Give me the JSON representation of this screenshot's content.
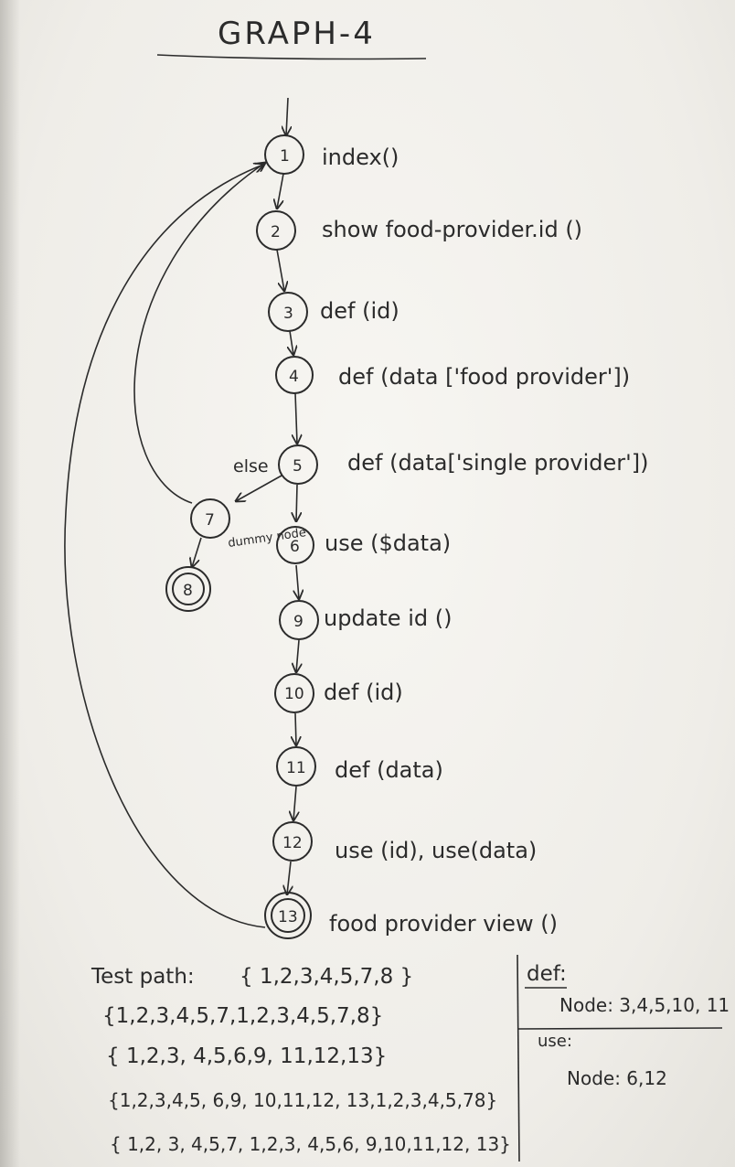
{
  "title": "GRAPH-4",
  "nodes": [
    {
      "id": "1",
      "label": "index()",
      "final": false
    },
    {
      "id": "2",
      "label": "show food-provider.id ()",
      "final": false
    },
    {
      "id": "3",
      "label": "def (id)",
      "final": false
    },
    {
      "id": "4",
      "label": "def (data ['food provider'])",
      "final": false
    },
    {
      "id": "5",
      "label": "def (data['single provider'])",
      "final": false
    },
    {
      "id": "7",
      "label": "",
      "final": false
    },
    {
      "id": "8",
      "label": "",
      "final": true
    },
    {
      "id": "6",
      "label": "use ($data)",
      "final": false
    },
    {
      "id": "9",
      "label": "update id ()",
      "final": false
    },
    {
      "id": "10",
      "label": "def (id)",
      "final": false
    },
    {
      "id": "11",
      "label": "def (data)",
      "final": false
    },
    {
      "id": "12",
      "label": "use (id), use(data)",
      "final": false
    },
    {
      "id": "13",
      "label": "food provider view ()",
      "final": true
    }
  ],
  "edge_labels": {
    "else": "else",
    "dummy_node": "dummy node"
  },
  "test_paths": {
    "heading": "Test path:",
    "paths": [
      "{ 1,2,3,4,5,7,8 }",
      "{1,2,3,4,5,7,1,2,3,4,5,7,8}",
      "{ 1,2,3, 4,5,6,9, 11,12,13}",
      "{1,2,3,4,5, 6,9, 10,11,12, 13,1,2,3,4,5,78}",
      "{ 1,2, 3, 4,5,7, 1,2,3, 4,5,6, 9,10,11,12, 13}"
    ]
  },
  "def_use": {
    "def_heading": "def:",
    "def_nodes": "Node: 3,4,5,10, 11",
    "use_heading": "use:",
    "use_nodes": "Node: 6,12"
  }
}
